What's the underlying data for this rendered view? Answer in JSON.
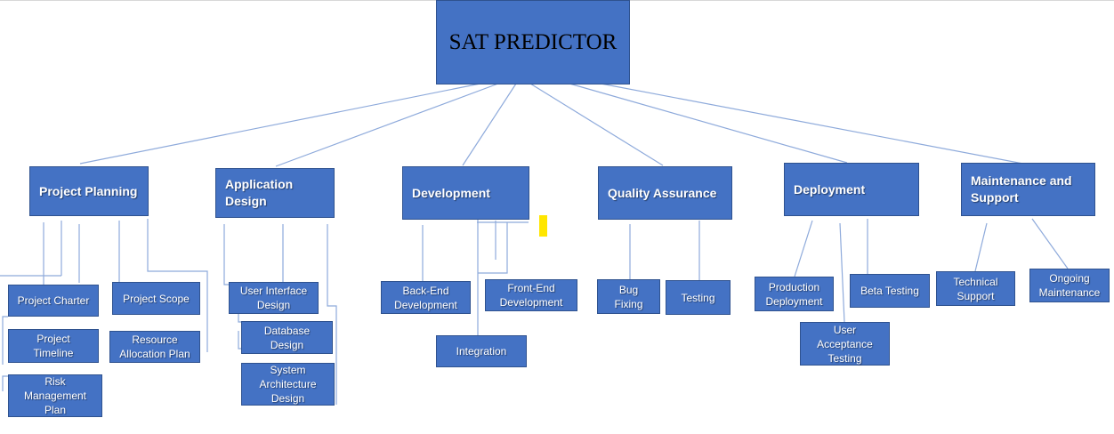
{
  "root": {
    "title": "SAT PREDICTOR"
  },
  "categories": [
    {
      "label": "Project Planning",
      "items": [
        "Project Charter",
        "Project Scope",
        "Project Timeline",
        "Resource Allocation Plan",
        "Risk Management Plan"
      ]
    },
    {
      "label": "Application Design",
      "items": [
        "User Interface Design",
        "Database Design",
        "System Architecture Design"
      ]
    },
    {
      "label": "Development",
      "items": [
        "Back-End Development",
        "Front-End Development",
        "Integration"
      ]
    },
    {
      "label": "Quality Assurance",
      "items": [
        "Bug Fixing",
        "Testing"
      ]
    },
    {
      "label": "Deployment",
      "items": [
        "Production Deployment",
        "Beta Testing",
        "User Acceptance Testing"
      ]
    },
    {
      "label": "Maintenance and Support",
      "items": [
        "Technical Support",
        "Ongoing Maintenance"
      ]
    }
  ],
  "colors": {
    "box_fill": "#4472c4",
    "box_border": "#2f528f",
    "connector": "#8eaadb",
    "highlight": "#ffe600"
  }
}
